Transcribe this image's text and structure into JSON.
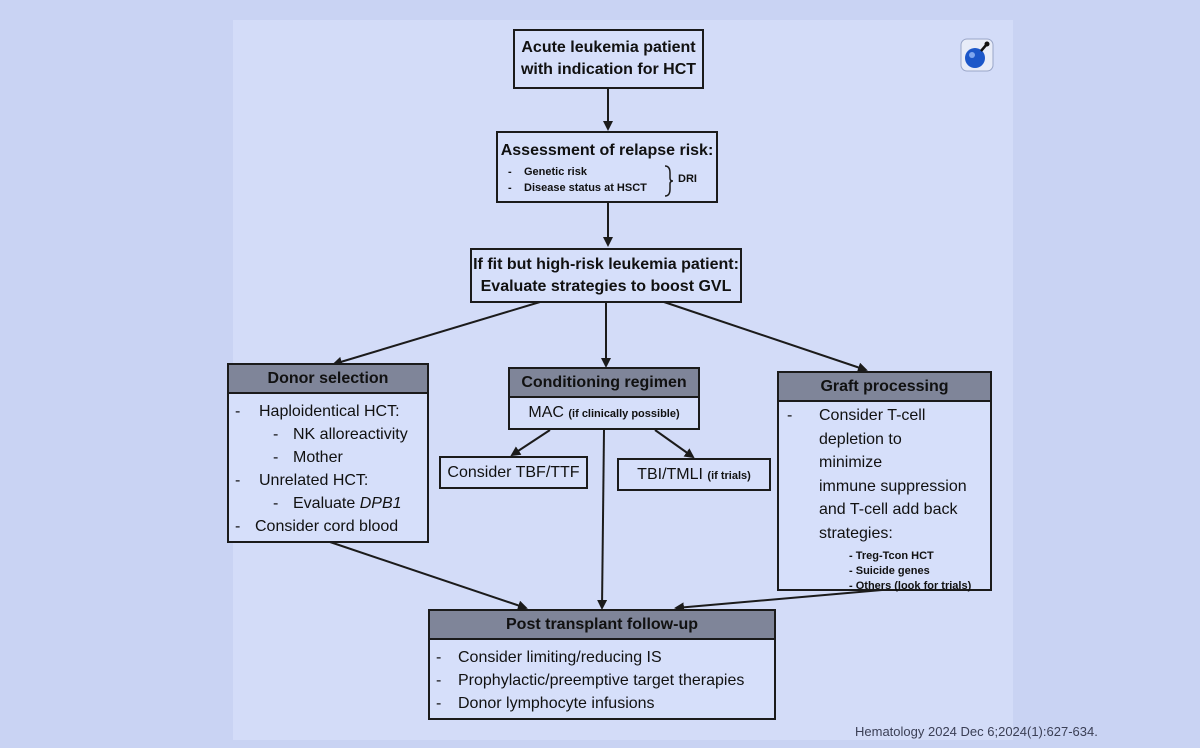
{
  "start_box": {
    "line1": "Acute leukemia patient",
    "line2": "with indication for HCT"
  },
  "relapse_box": {
    "title": "Assessment of relapse risk:",
    "items": [
      "Genetic risk",
      "Disease status at HSCT"
    ],
    "bracket_label": "DRI"
  },
  "gvl_box": {
    "line1": "If fit but high-risk leukemia patient:",
    "line2": "Evaluate strategies to boost GVL"
  },
  "donor_selection": {
    "title": "Donor selection",
    "items": [
      "Haploidentical HCT:",
      "NK alloreactivity",
      "Mother",
      "Unrelated HCT:",
      "Evaluate ",
      "DPB1",
      "Consider cord blood"
    ]
  },
  "conditioning": {
    "title": "Conditioning regimen",
    "mac_label": "MAC",
    "mac_note": "(if clinically possible)",
    "tbf_label": "Consider TBF/TTF",
    "tbi_label": "TBI/TMLI",
    "tbi_note": "(if trials)"
  },
  "graft_processing": {
    "title": "Graft processing",
    "text_lines": [
      "Consider T-cell",
      "depletion to",
      "minimize",
      "immune suppression",
      "and T-cell add back",
      "strategies:"
    ],
    "sub_items": [
      "Treg-Tcon HCT",
      "Suicide genes",
      "Others (look for trials)"
    ]
  },
  "followup": {
    "title": "Post transplant follow-up",
    "items": [
      "Consider limiting/reducing IS",
      "Prophylactic/preemptive target therapies",
      "Donor lymphocyte infusions"
    ]
  },
  "citation": "Hematology 2024 Dec 6;2024(1):627-634.",
  "logo_icon": "blue-drop-logo-icon",
  "colors": {
    "background": "#c9d3f3",
    "box_fill": "#d6dffa",
    "header_fill": "#7f8599",
    "line": "#1b1b1b"
  }
}
